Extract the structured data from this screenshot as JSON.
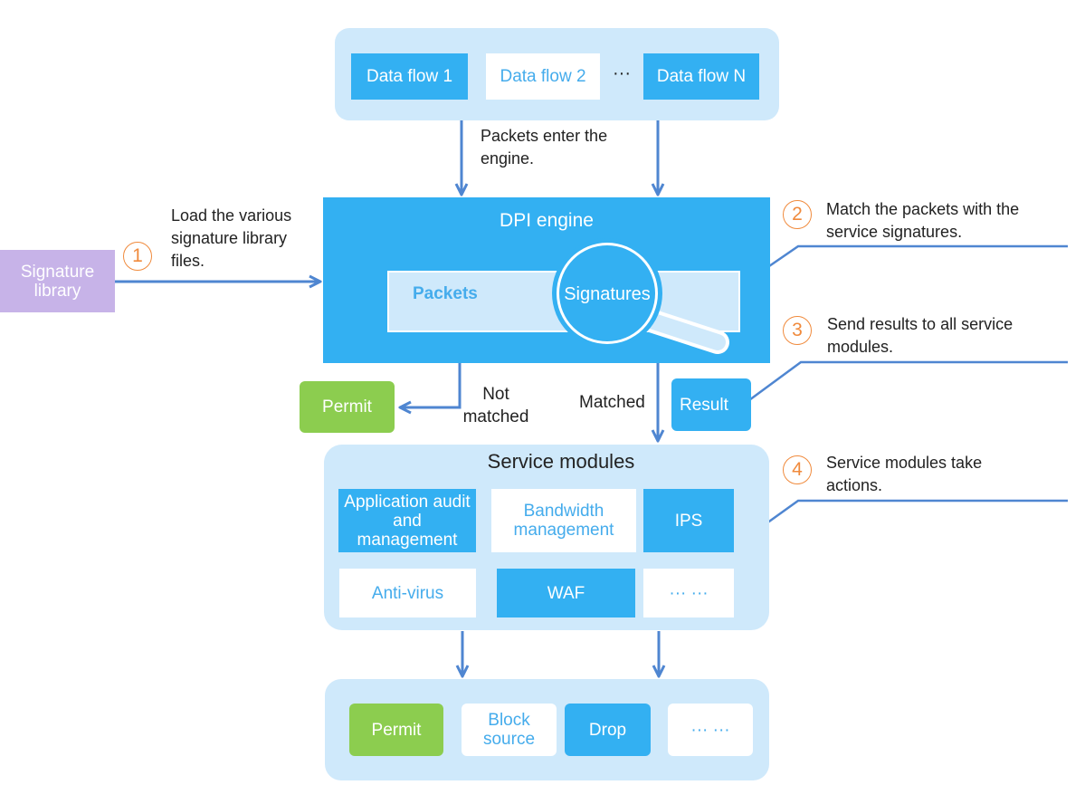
{
  "data_flows": {
    "flow1": "Data flow 1",
    "flow2": "Data flow 2",
    "ellipsis": "···",
    "flowN": "Data flow N"
  },
  "packets_enter": "Packets enter the engine.",
  "signature_library": "Signature library",
  "step1": {
    "num": "1",
    "text": "Load the various signature library files."
  },
  "dpi": {
    "title": "DPI engine",
    "packets": "Packets",
    "signatures": "Signatures"
  },
  "step2": {
    "num": "2",
    "text": "Match the packets with the service signatures."
  },
  "step3": {
    "num": "3",
    "text": "Send results to all service modules."
  },
  "step4": {
    "num": "4",
    "text": "Service modules take actions."
  },
  "permit_top": "Permit",
  "not_matched": "Not matched",
  "matched": "Matched",
  "result": "Result",
  "service_modules": {
    "title": "Service modules",
    "app_audit": "Application audit and management",
    "bandwidth": "Bandwidth management",
    "ips": "IPS",
    "antivirus": "Anti-virus",
    "waf": "WAF",
    "more": "··· ···"
  },
  "actions": {
    "permit": "Permit",
    "block_source": "Block source",
    "drop": "Drop",
    "more": "··· ···"
  },
  "colors": {
    "panel": "#cfe9fb",
    "blue": "#33b0f2",
    "arrow": "#4f86d1",
    "green": "#8ccd4f",
    "purple": "#c7b3e8",
    "orange": "#f08a3c"
  }
}
